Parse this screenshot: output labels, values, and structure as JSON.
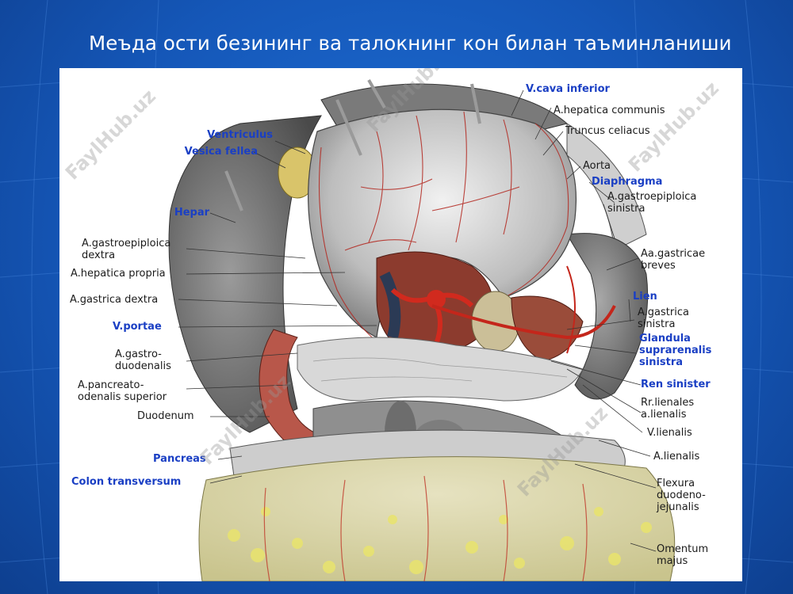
{
  "slide": {
    "title": "Меъда ости безининг ва талокнинг кон билан таъминланиши"
  },
  "figure": {
    "watermark_text": "FaylHub.uz",
    "left_labels": [
      {
        "lines": [
          "Ventriculus"
        ],
        "highlight": true
      },
      {
        "lines": [
          "Vesica fellea"
        ],
        "highlight": true
      },
      {
        "lines": [
          "Hepar"
        ],
        "highlight": true
      },
      {
        "lines": [
          "A.gastroepiploica",
          "dextra"
        ],
        "highlight": false
      },
      {
        "lines": [
          "A.hepatica propria"
        ],
        "highlight": false
      },
      {
        "lines": [
          "A.gastrica dextra"
        ],
        "highlight": false
      },
      {
        "lines": [
          "V.portae"
        ],
        "highlight": true
      },
      {
        "lines": [
          "A.gastro-",
          "duodenalis"
        ],
        "highlight": false
      },
      {
        "lines": [
          "A.pancreato-",
          "odenalis superior"
        ],
        "highlight": false
      },
      {
        "lines": [
          "Duodenum"
        ],
        "highlight": false
      },
      {
        "lines": [
          "Pancreas"
        ],
        "highlight": true
      },
      {
        "lines": [
          "Colon transversum"
        ],
        "highlight": true
      }
    ],
    "right_labels": [
      {
        "lines": [
          "V.cava inferior"
        ],
        "highlight": true
      },
      {
        "lines": [
          "A.hepatica communis"
        ],
        "highlight": false
      },
      {
        "lines": [
          "Truncus celiacus"
        ],
        "highlight": false
      },
      {
        "lines": [
          "Aorta"
        ],
        "highlight": false
      },
      {
        "lines": [
          "Diaphragma"
        ],
        "highlight": true
      },
      {
        "lines": [
          "A.gastroepiploica",
          "sinistra"
        ],
        "highlight": false
      },
      {
        "lines": [
          "Aa.gastricae",
          "breves"
        ],
        "highlight": false
      },
      {
        "lines": [
          "Lien"
        ],
        "highlight": true
      },
      {
        "lines": [
          "A.gastrica",
          "sinistra"
        ],
        "highlight": false
      },
      {
        "lines": [
          "Glandula",
          "suprarenalis",
          "sinistra"
        ],
        "highlight": true
      },
      {
        "lines": [
          "Ren sinister"
        ],
        "highlight": true
      },
      {
        "lines": [
          "Rr.lienales",
          "a.lienalis"
        ],
        "highlight": false
      },
      {
        "lines": [
          "V.lienalis"
        ],
        "highlight": false
      },
      {
        "lines": [
          "A.lienalis"
        ],
        "highlight": false
      },
      {
        "lines": [
          "Flexura",
          "duodeno-",
          "jejunalis"
        ],
        "highlight": false
      },
      {
        "lines": [
          "Omentum",
          "majus"
        ],
        "highlight": false
      }
    ]
  }
}
